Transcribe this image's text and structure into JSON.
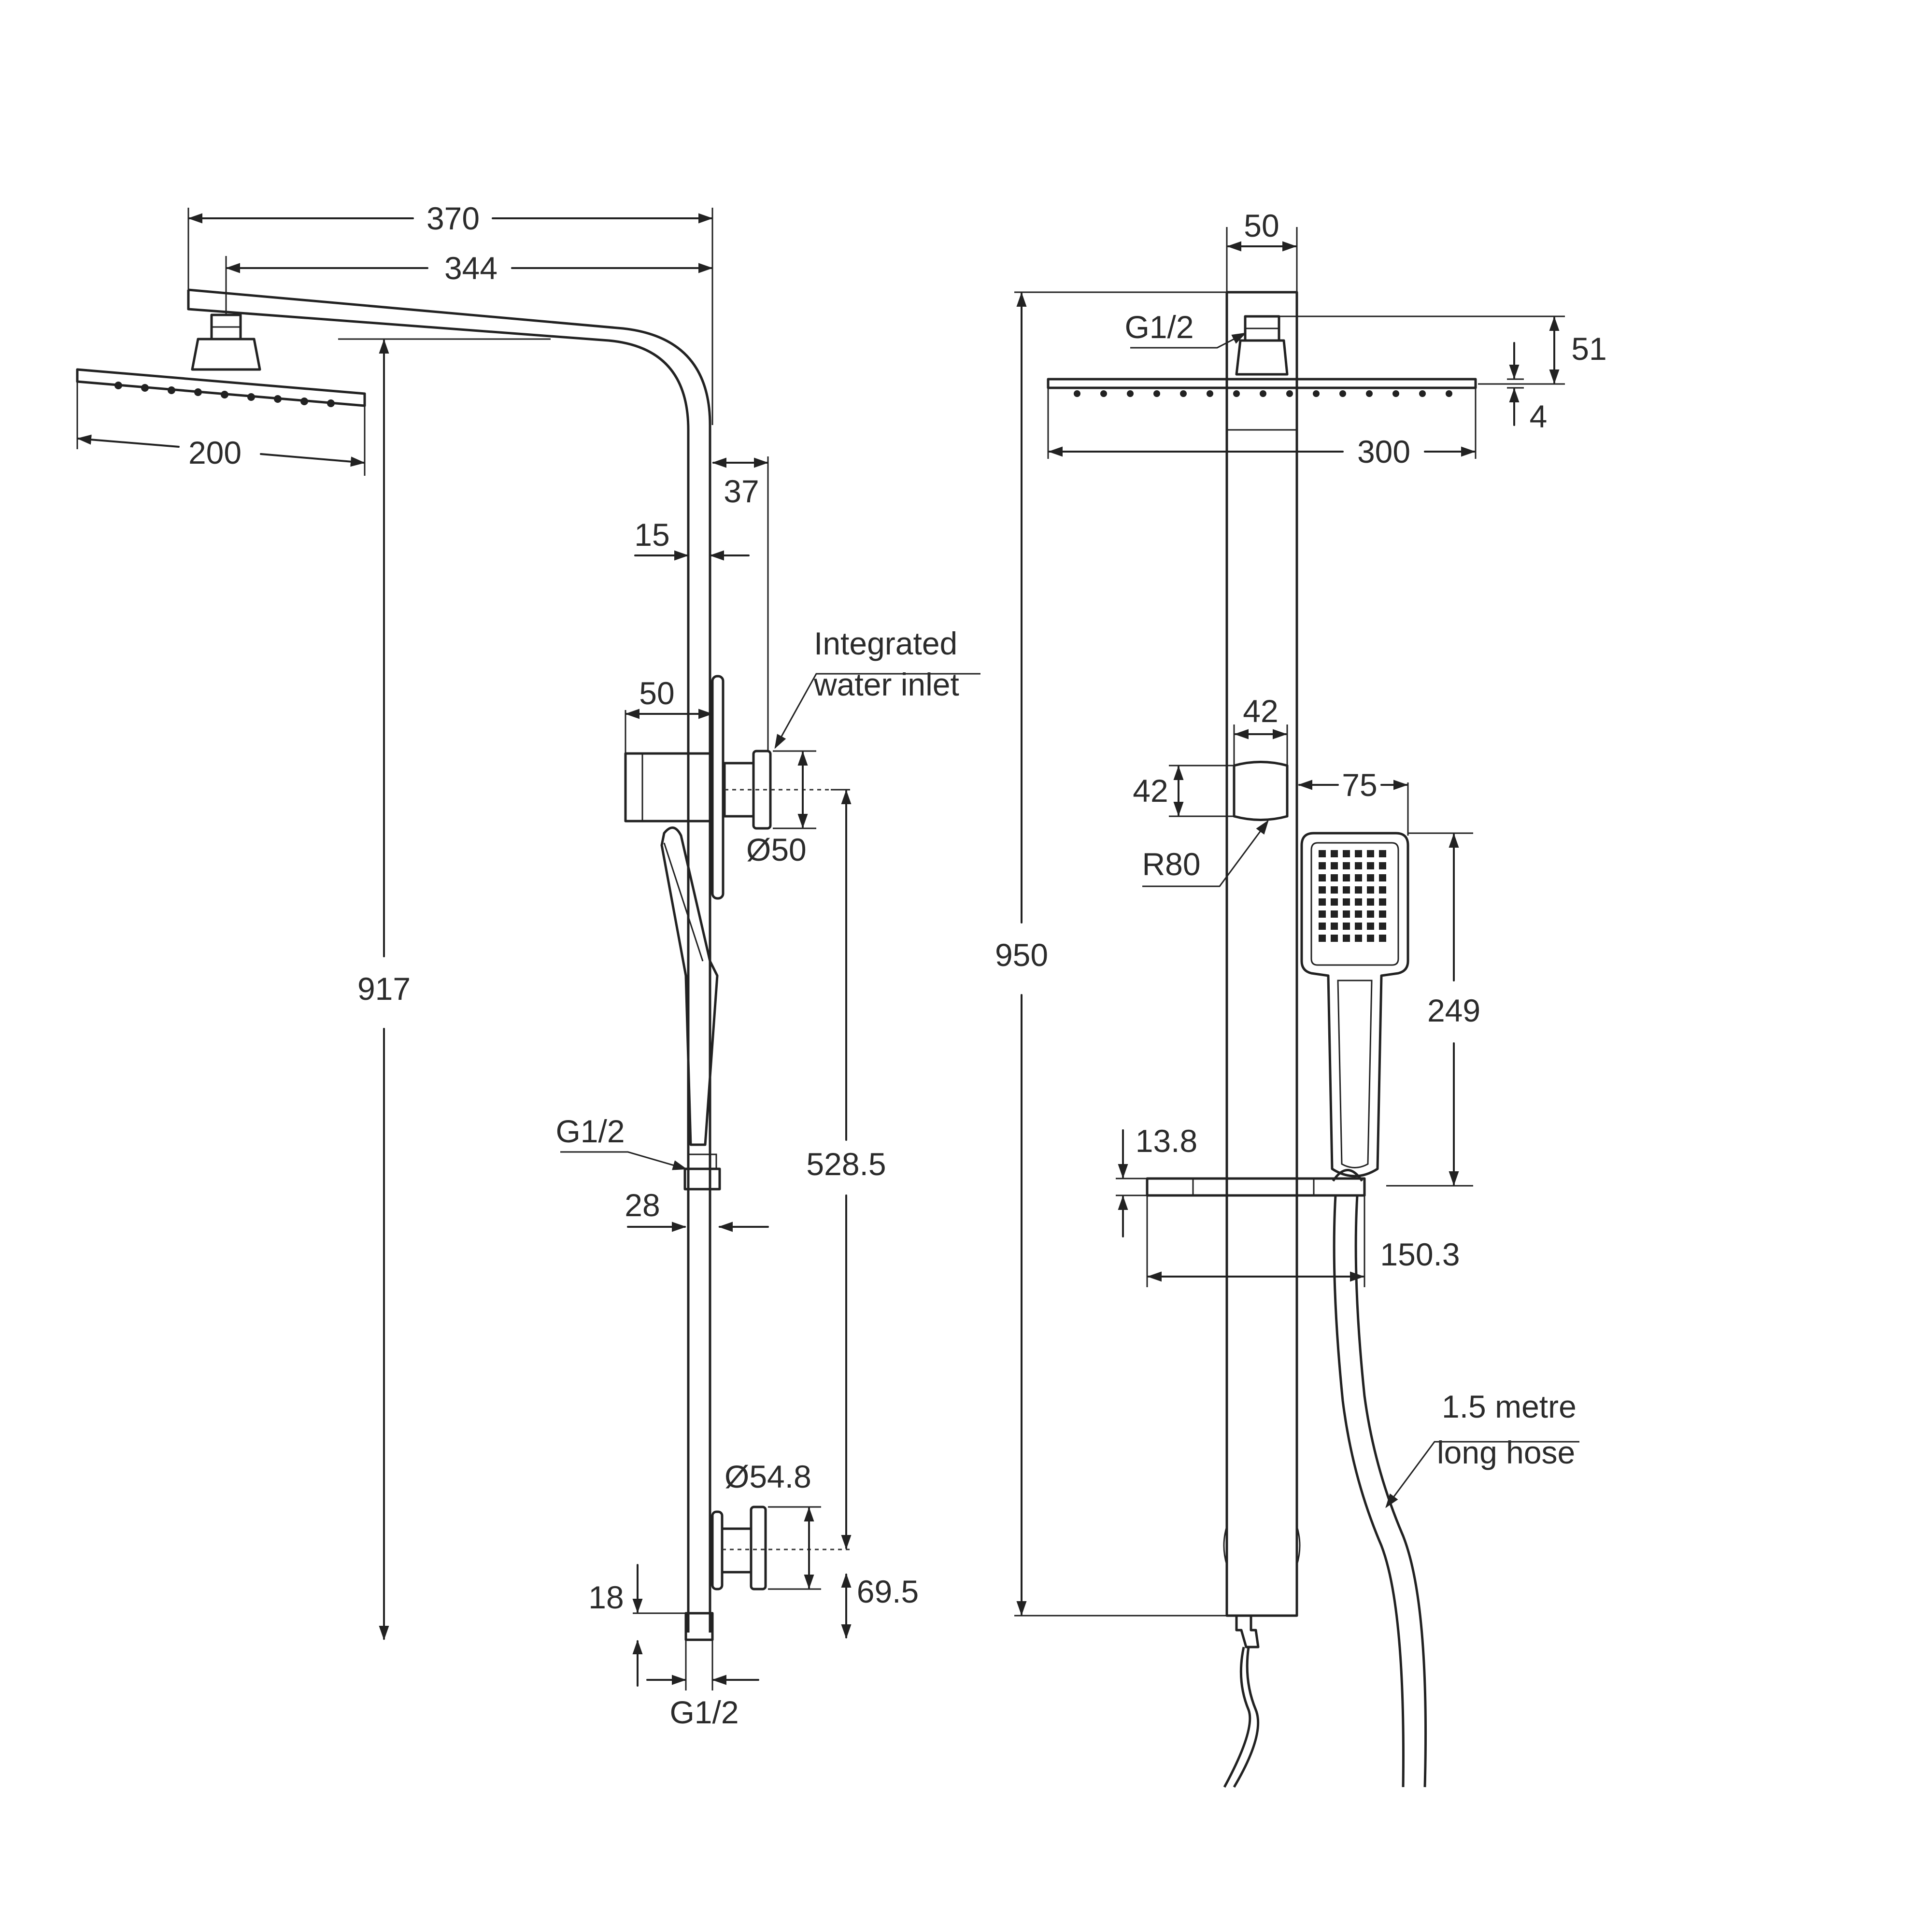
{
  "side_view": {
    "dims": {
      "overall_width": "370",
      "arm_length": "344",
      "head_width": "200",
      "inlet_offset": "37",
      "rail_offset": "15",
      "holder_depth": "50",
      "inlet_diameter": "Ø50",
      "total_height": "917",
      "inlet_height": "528.5",
      "hose_conn_width": "28",
      "flange_diameter": "Ø54.8",
      "flange_height": "69.5",
      "bottom_height": "18"
    },
    "labels": {
      "integrated_inlet_line1": "Integrated",
      "integrated_inlet_line2": "water inlet",
      "hand_conn_thread": "G1/2",
      "bottom_thread": "G1/2"
    }
  },
  "front_view": {
    "dims": {
      "rail_width": "50",
      "head_conn_height": "51",
      "head_thickness": "4",
      "head_width": "300",
      "total_height": "950",
      "holder_width": "42",
      "holder_height": "42",
      "holder_radius": "R80",
      "handpiece_width": "75",
      "handpiece_length": "249",
      "shelf_thickness": "13.8",
      "shelf_width": "150.3"
    },
    "labels": {
      "head_thread": "G1/2",
      "hose_line1": "1.5 metre",
      "hose_line2": "long hose"
    }
  }
}
